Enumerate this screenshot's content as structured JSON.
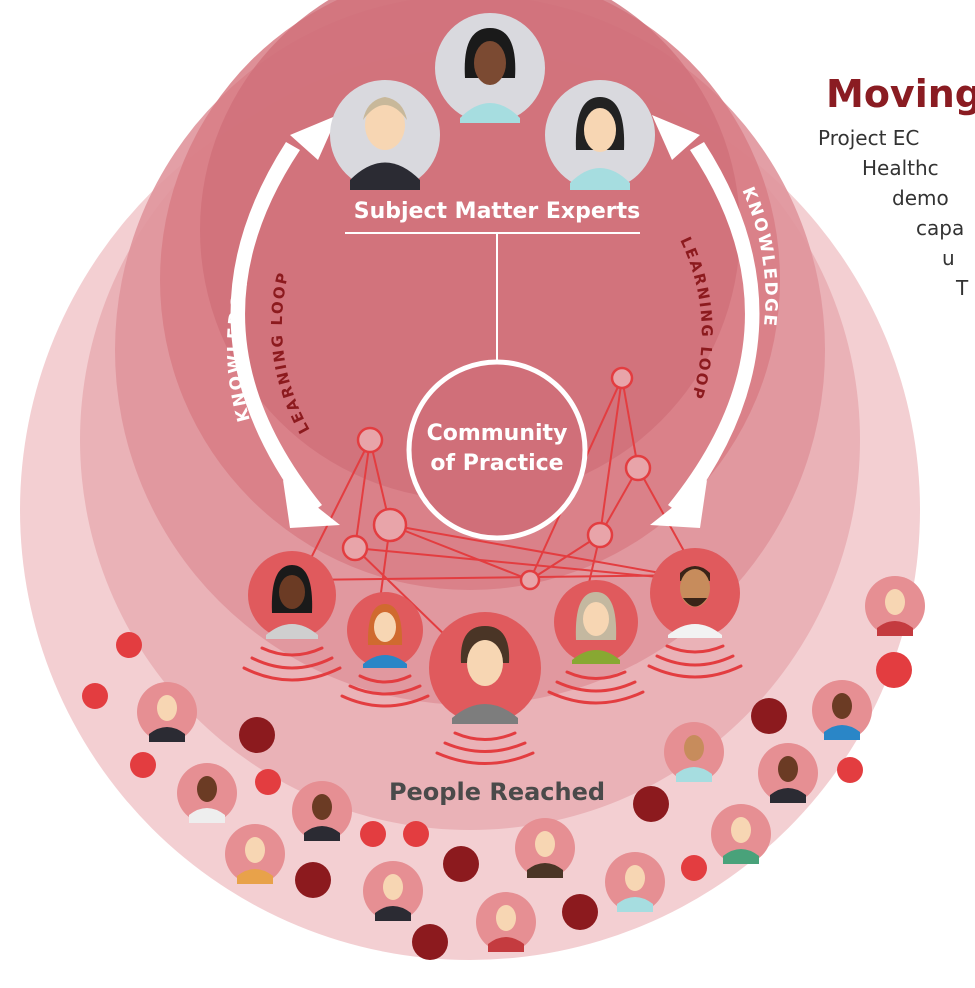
{
  "heading": "Moving",
  "body_lines": [
    "Project EC",
    "Healthc",
    "demo",
    "capa",
    "u",
    "T"
  ],
  "labels": {
    "subject_matter_experts": "Subject Matter Experts",
    "community_line1": "Community",
    "community_line2": "of Practice",
    "knowledge": "KNOWLEDGE",
    "learning_loop": "LEARNING LOOP",
    "people_reached": "People Reached"
  },
  "colors": {
    "outer_ring": "#f3cfd2",
    "ring_2": "#eab2b7",
    "ring_3": "#e0959c",
    "ring_4": "#d87c85",
    "inner_core": "#d06f79",
    "accent_red": "#e33d40",
    "accent_dark": "#8c1a1e",
    "heading": "#8a1c22"
  }
}
